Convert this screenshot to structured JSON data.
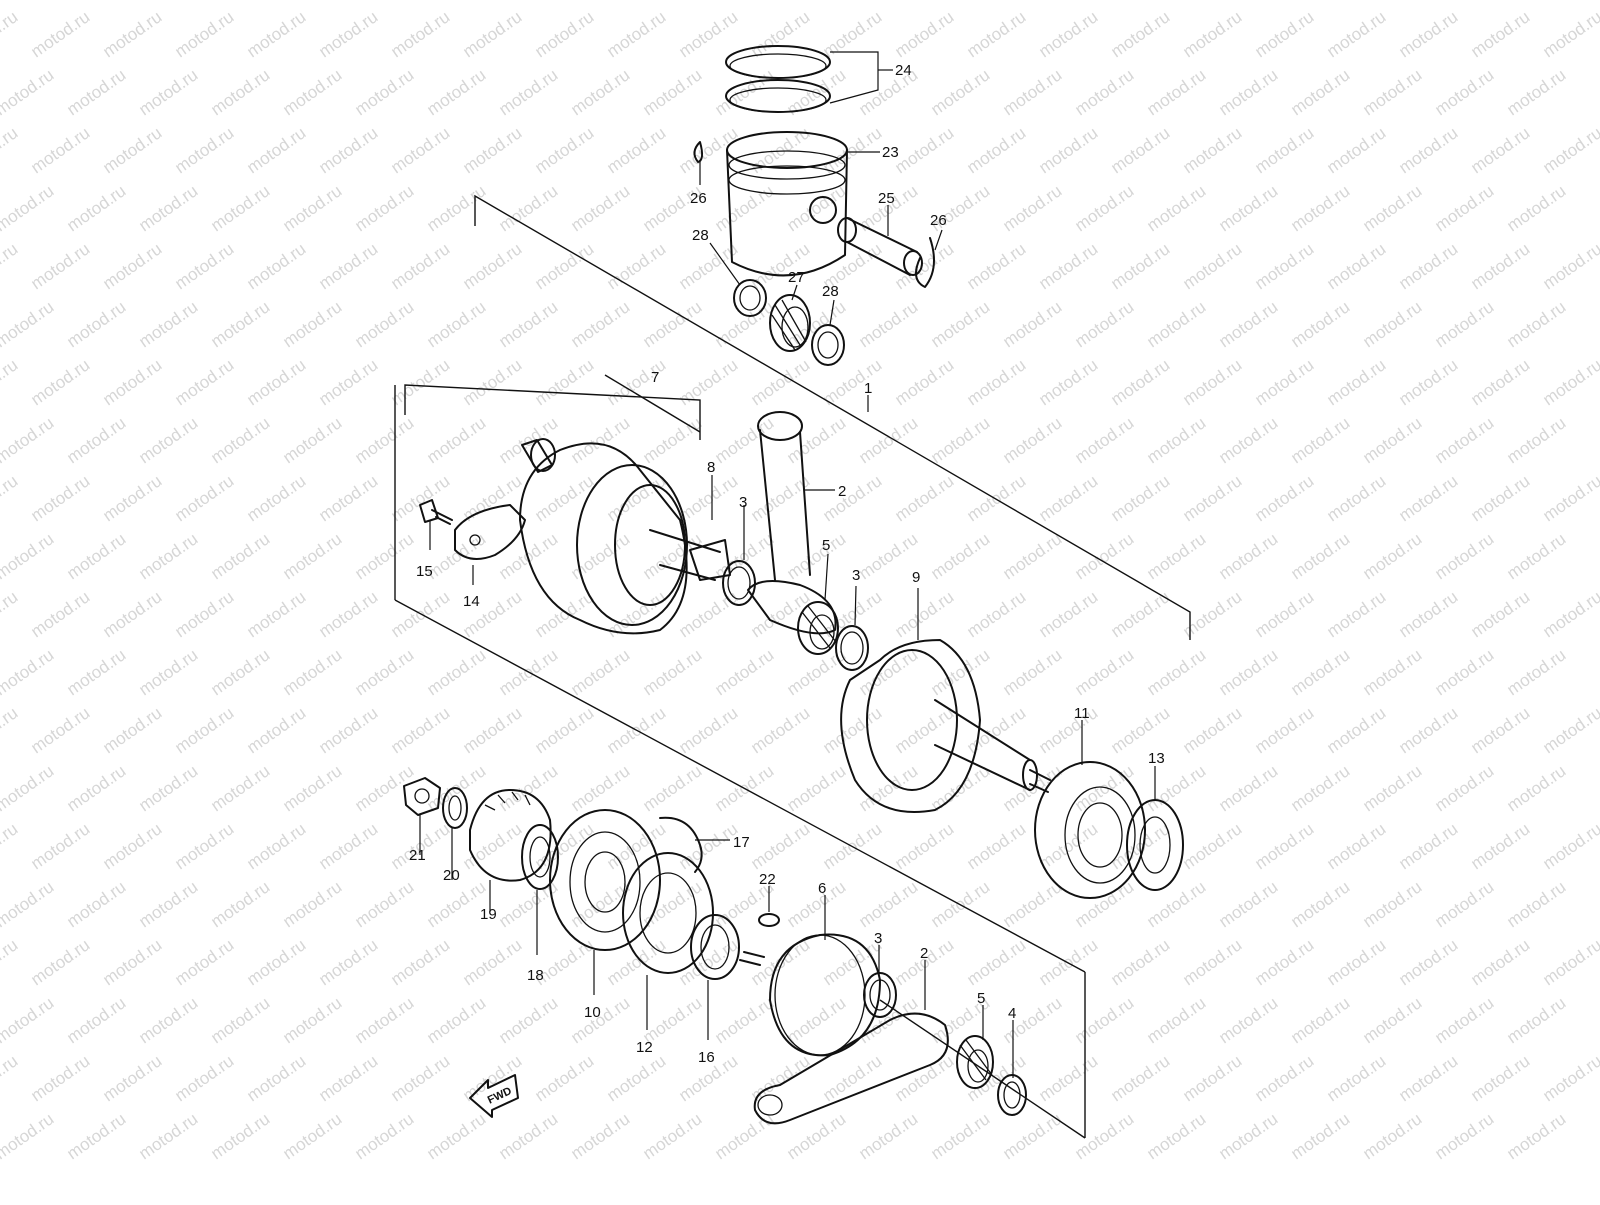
{
  "watermark": {
    "text": "motod.ru",
    "color": "#d2d2d2"
  },
  "callouts": {
    "c1": "1",
    "c2a": "2",
    "c2b": "2",
    "c3a": "3",
    "c3b": "3",
    "c3c": "3",
    "c4": "4",
    "c5a": "5",
    "c5b": "5",
    "c6": "6",
    "c7": "7",
    "c8": "8",
    "c9": "9",
    "c10": "10",
    "c11": "11",
    "c12": "12",
    "c13": "13",
    "c14": "14",
    "c15": "15",
    "c16": "16",
    "c17": "17",
    "c18": "18",
    "c19": "19",
    "c20": "20",
    "c21": "21",
    "c22": "22",
    "c23": "23",
    "c24": "24",
    "c25": "25",
    "c26a": "26",
    "c26b": "26",
    "c27": "27",
    "c28a": "28",
    "c28b": "28"
  },
  "fwd_arrow": {
    "label": "FWD"
  }
}
